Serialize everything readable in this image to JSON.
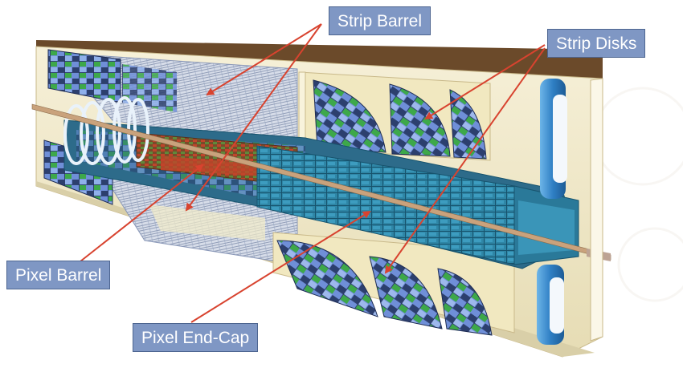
{
  "labels": {
    "strip_barrel": "Strip Barrel",
    "strip_disks": "Strip Disks",
    "pixel_barrel": "Pixel Barrel",
    "pixel_endcap": "Pixel End-Cap"
  },
  "colors": {
    "label_fill": "#7f97c4",
    "label_border": "#4d6590",
    "arrow": "#d8432f",
    "module_blue": "#6f8fd8",
    "module_dark": "#2c3f6e",
    "module_green": "#3da84a",
    "support_cream": "#f4edc8",
    "pixel_red": "#c0452a",
    "beam_pipe": "#c9a27c",
    "endcap_teal": "#2f86a6"
  },
  "icons": {
    "arrow": "red-arrow"
  }
}
